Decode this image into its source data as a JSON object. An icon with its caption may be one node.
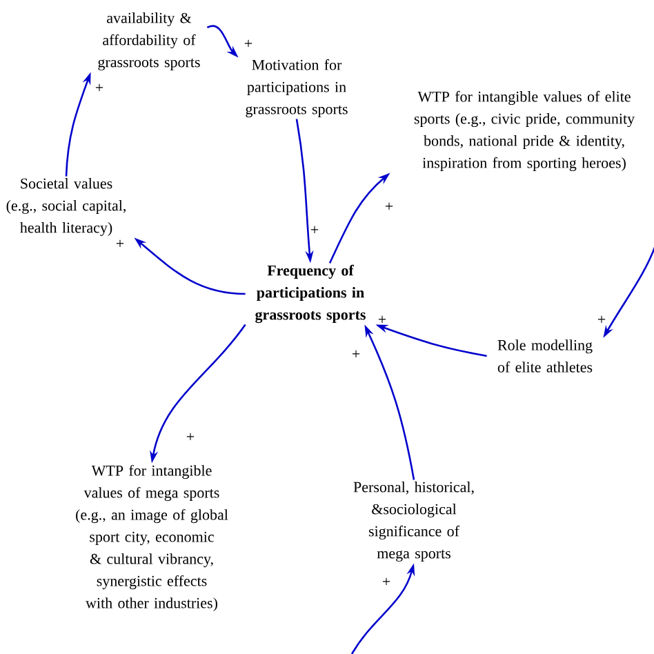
{
  "diagram": {
    "nodes": [
      {
        "text": [
          "availability & affordability of grassroots sports"
        ]
      },
      {
        "text": [
          "Motivation for participations in grassroots sports"
        ]
      },
      {
        "text": [
          "WTP for intangible values of elite sports (e.g., civic pride, community bonds, national pride & identity, inspiration from sporting heroes)"
        ]
      },
      {
        "text": [
          "Societal values (e.g., social capital, health literacy)"
        ]
      },
      {
        "text": [
          "Frequency of participations in grassroots sports"
        ]
      },
      {
        "text": [
          "Role modelling of elite athletes"
        ]
      },
      {
        "text": [
          "WTP for intangible values of mega sports (e.g., an image of global sport city, economic & cultural vibrancy, synergistic effects with other industries)"
        ]
      },
      {
        "text": [
          "Personal, historical, &sociological significance of mega sports"
        ]
      }
    ],
    "edges": [
      {
        "from": 0,
        "to": 1,
        "arrow": "to",
        "label": "+"
      },
      {
        "from": 1,
        "to": 4,
        "arrow": "to",
        "label": "+"
      },
      {
        "from": 4,
        "to": 2,
        "arrow": "to",
        "label": "+"
      },
      {
        "from": 2,
        "to": 5,
        "arrow": "to",
        "label": "+"
      },
      {
        "from": 5,
        "to": 4,
        "arrow": "to",
        "label": "+"
      },
      {
        "from": 7,
        "to": 4,
        "arrow": "to",
        "label": "+"
      },
      {
        "from": 4,
        "to": 6,
        "arrow": "to",
        "label": "+"
      },
      {
        "from": 4,
        "to": 3,
        "arrow": "to",
        "label": "+"
      },
      {
        "from": 3,
        "to": 0,
        "arrow": "to",
        "label": "+"
      },
      {
        "from": null,
        "to": 7,
        "arrow": "to",
        "label": "+"
      }
    ]
  }
}
